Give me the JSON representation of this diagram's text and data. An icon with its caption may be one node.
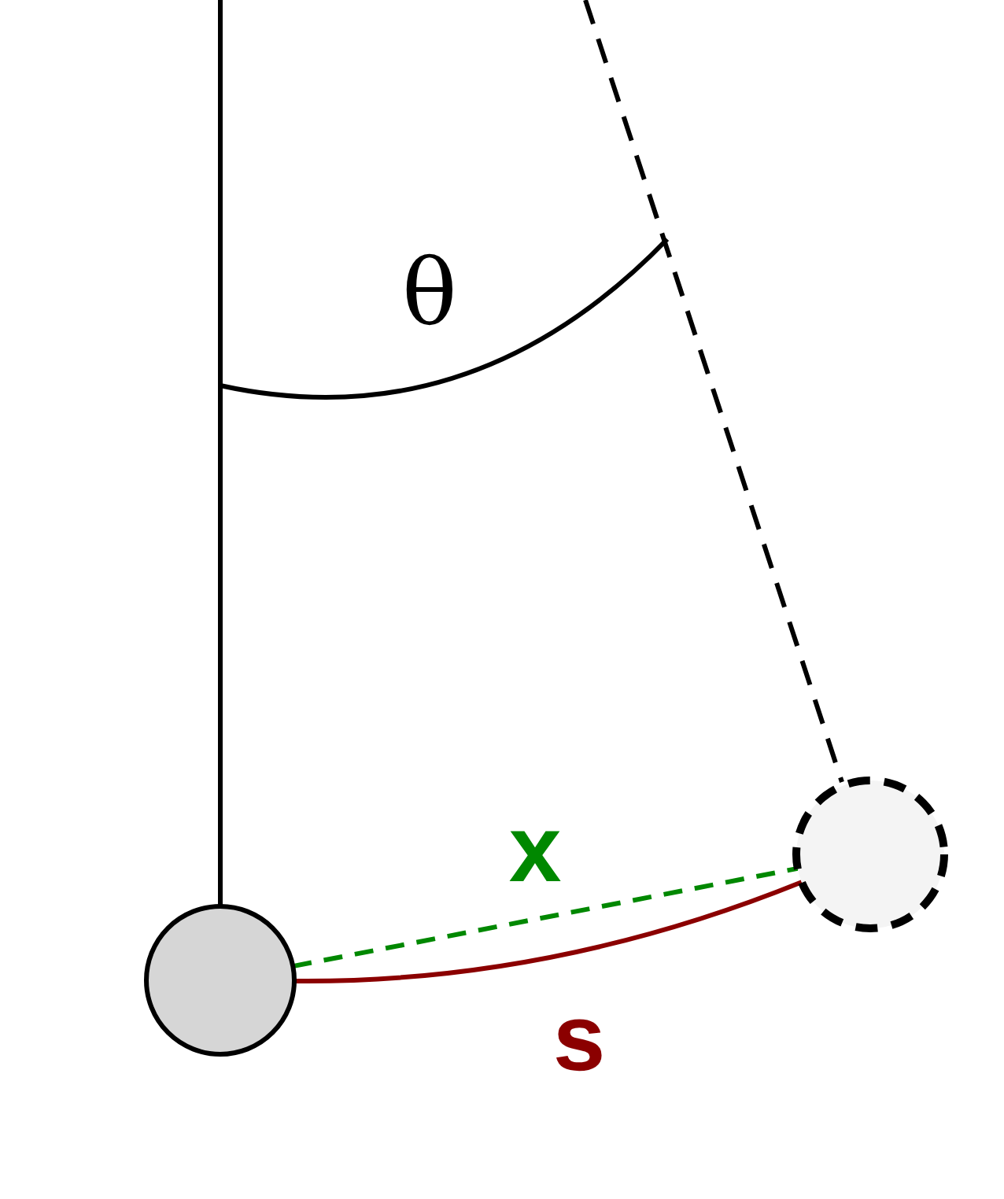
{
  "diagram": {
    "nodes": [
      {
        "text": [],
        "shape": "circle"
      },
      {
        "text": [],
        "shape": "circle"
      }
    ],
    "edges": [
      {
        "from": 0,
        "to": 1,
        "arrow": "none",
        "label": "x",
        "style": "dashed",
        "color": "#008800"
      },
      {
        "from": 0,
        "to": 1,
        "arrow": "none",
        "label": "s",
        "color": "#8b0000"
      }
    ],
    "labels": [
      "θ"
    ]
  }
}
